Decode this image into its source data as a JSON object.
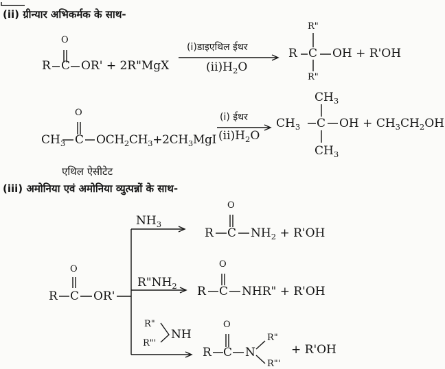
{
  "grignard": {
    "heading": "(ii) ग्रीन्यार अभिकर्मक के साथ-",
    "general": {
      "reactant_O": "O",
      "reactant_R": "R",
      "reactant_rest": "OR' + 2R\"MgX",
      "cond_top": "(i)डाइएथिल ईथर",
      "cond_bottom_main": "(ii)H",
      "cond_bottom_sub": "2",
      "cond_bottom_end": "O",
      "product_top": "R\"",
      "product_R": "R",
      "product_C": "C",
      "product_rest": "OH + R'OH",
      "product_bottom": "R\""
    },
    "specific": {
      "reactant_O": "O",
      "reactant_ch3_main": "CH",
      "reactant_ch3_sub": "3",
      "reactant_C": "C",
      "reactant_rest_1": "OCH",
      "reactant_rest_sub1": "2",
      "reactant_rest_2": "CH",
      "reactant_rest_sub2": "3",
      "reactant_rest_3": "+2CH",
      "reactant_rest_sub3": "3",
      "reactant_rest_4": "MgI",
      "cond_top": "(i) ईथर",
      "cond_bottom_main": "(ii)H",
      "cond_bottom_sub": "2",
      "cond_bottom_end": "O",
      "product_top_main": "CH",
      "product_top_sub": "3",
      "product_left_main": "CH",
      "product_left_sub": "3",
      "product_C": "C",
      "product_rest_1": "OH + CH",
      "product_rest_sub1": "3",
      "product_rest_2": "CH",
      "product_rest_sub2": "2",
      "product_rest_3": "OH",
      "product_bottom_main": "CH",
      "product_bottom_sub": "3",
      "reactant_name": "एथिल ऐसीटेट"
    }
  },
  "ammonia": {
    "heading": "(iii) अमोनिया एवं अमोनिया व्युत्पन्नों के साथ-",
    "ester": {
      "O": "O",
      "R": "R",
      "C": "C",
      "rest": "OR'"
    },
    "branch1": {
      "reagent_main": "NH",
      "reagent_sub": "3",
      "O": "O",
      "R": "R",
      "C": "C",
      "rest_main": "NH",
      "rest_sub": "2",
      "rest_end": "+  R'OH"
    },
    "branch2": {
      "reagent_main": "R\"NH",
      "reagent_sub": "2",
      "O": "O",
      "R": "R",
      "C": "C",
      "rest": "NHR\"  + R'OH"
    },
    "branch3": {
      "reagent_r1": "R\"",
      "reagent_r2": "R\"'",
      "reagent_nh": "NH",
      "O": "O",
      "R": "R",
      "C": "C",
      "N": "N",
      "sub_r1": "R\"",
      "sub_r2": "R\"'",
      "rest": "+ R'OH"
    }
  }
}
